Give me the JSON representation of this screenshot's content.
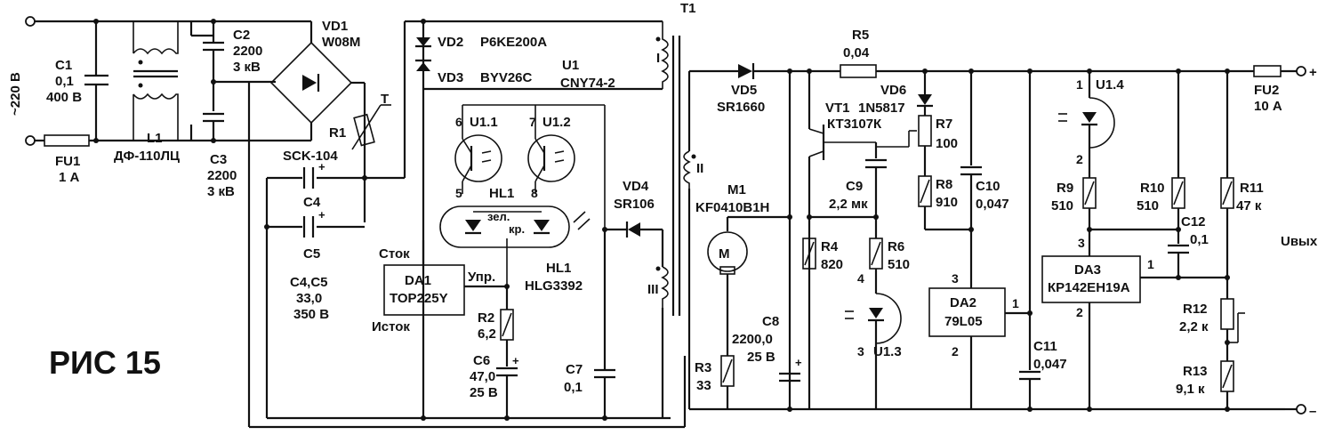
{
  "figure": {
    "title": "РИС 15",
    "input_voltage": "~220 В",
    "output_label": "Uвых",
    "terminal_plus": "+",
    "terminal_minus": "–"
  },
  "components": {
    "C1": {
      "ref": "C1",
      "v1": "0,1",
      "v2": "400 В"
    },
    "FU1": {
      "ref": "FU1",
      "v1": "1 А"
    },
    "L1": {
      "ref": "L1",
      "v1": "ДФ-110ЛЦ"
    },
    "C2": {
      "ref": "C2",
      "v1": "2200",
      "v2": "3 кВ"
    },
    "C3": {
      "ref": "C3",
      "v1": "2200",
      "v2": "3 кВ"
    },
    "VD1": {
      "ref": "VD1",
      "v1": "W08M"
    },
    "R1": {
      "ref": "R1",
      "v1": "SCK-104",
      "v2": "T"
    },
    "C4": {
      "ref": "C4"
    },
    "C5": {
      "ref": "C5"
    },
    "C4C5": {
      "ref": "C4,C5",
      "v1": "33,0",
      "v2": "350 В"
    },
    "VD2": {
      "ref": "VD2",
      "v1": "P6KE200A"
    },
    "VD3": {
      "ref": "VD3",
      "v1": "BYV26C"
    },
    "U1": {
      "ref": "U1",
      "v1": "CNY74-2"
    },
    "U11": {
      "ref": "U1.1"
    },
    "U12": {
      "ref": "U1.2"
    },
    "HL1": {
      "ref": "HL1",
      "v1": "HLG3392",
      "green": "зел.",
      "red": "кр."
    },
    "DA1": {
      "ref": "DA1",
      "v1": "TOP225Y",
      "drain": "Сток",
      "source": "Исток",
      "ctrl": "Упр."
    },
    "R2": {
      "ref": "R2",
      "v1": "6,2"
    },
    "C6": {
      "ref": "C6",
      "v1": "47,0",
      "v2": "25 В"
    },
    "C7": {
      "ref": "C7",
      "v1": "0,1"
    },
    "VD4": {
      "ref": "VD4",
      "v1": "SR106"
    },
    "T1": {
      "ref": "T1",
      "wI": "I",
      "wII": "II",
      "wIII": "III"
    },
    "VD5": {
      "ref": "VD5",
      "v1": "SR1660"
    },
    "M1": {
      "ref": "M1",
      "v1": "KF0410B1H",
      "sym": "M"
    },
    "R3": {
      "ref": "R3",
      "v1": "33"
    },
    "C8": {
      "ref": "C8",
      "v1": "2200,0",
      "v2": "25 В"
    },
    "R5": {
      "ref": "R5",
      "v1": "0,04"
    },
    "VT1": {
      "ref": "VT1",
      "v1": "КТ3107К",
      "vd6": "1N5817"
    },
    "VD6": {
      "ref": "VD6"
    },
    "R7": {
      "ref": "R7",
      "v1": "100"
    },
    "C9": {
      "ref": "C9",
      "v1": "2,2 мк"
    },
    "R8": {
      "ref": "R8",
      "v1": "910"
    },
    "C10": {
      "ref": "C10",
      "v1": "0,047"
    },
    "R4": {
      "ref": "R4",
      "v1": "820"
    },
    "R6": {
      "ref": "R6",
      "v1": "510"
    },
    "U13": {
      "ref": "U1.3"
    },
    "DA2": {
      "ref": "DA2",
      "v1": "79L05"
    },
    "C11": {
      "ref": "C11",
      "v1": "0,047"
    },
    "U14": {
      "ref": "U1.4"
    },
    "R9": {
      "ref": "R9",
      "v1": "510"
    },
    "R10": {
      "ref": "R10",
      "v1": "510"
    },
    "C12": {
      "ref": "C12",
      "v1": "0,1"
    },
    "DA3": {
      "ref": "DA3",
      "v1": "КР142ЕН19А"
    },
    "FU2": {
      "ref": "FU2",
      "v1": "10 А"
    },
    "R11": {
      "ref": "R11",
      "v1": "47 к"
    },
    "R12": {
      "ref": "R12",
      "v1": "2,2 к"
    },
    "R13": {
      "ref": "R13",
      "v1": "9,1 к"
    }
  },
  "pins": {
    "p1": "1",
    "p2": "2",
    "p3": "3",
    "p4": "4",
    "p5": "5",
    "p6": "6",
    "p7": "7",
    "p8": "8"
  }
}
